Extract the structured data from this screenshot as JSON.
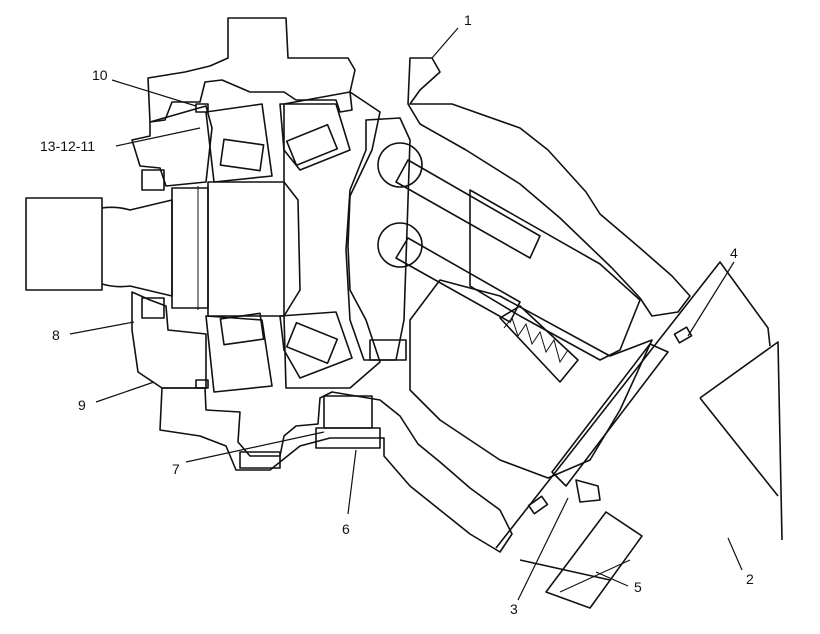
{
  "diagram": {
    "callouts": [
      {
        "id": "c1",
        "label": "1"
      },
      {
        "id": "c2",
        "label": "2"
      },
      {
        "id": "c3",
        "label": "3"
      },
      {
        "id": "c4",
        "label": "4"
      },
      {
        "id": "c5",
        "label": "5"
      },
      {
        "id": "c6",
        "label": "6"
      },
      {
        "id": "c7",
        "label": "7"
      },
      {
        "id": "c8",
        "label": "8"
      },
      {
        "id": "c9",
        "label": "9"
      },
      {
        "id": "c10",
        "label": "10"
      },
      {
        "id": "c11",
        "label": "13-12-11"
      }
    ]
  }
}
